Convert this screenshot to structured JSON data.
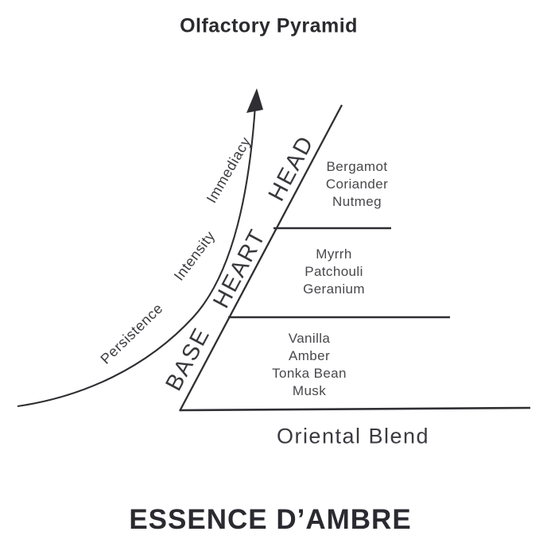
{
  "title": "Olfactory Pyramid",
  "footer_title": "ESSENCE D’AMBRE",
  "blend_caption": "Oriental Blend",
  "axis": {
    "labels": [
      "Persistence",
      "Intensity",
      "Immediacy"
    ]
  },
  "pyramid": {
    "levels": [
      {
        "name": "HEAD",
        "notes": [
          "Bergamot",
          "Coriander",
          "Nutmeg"
        ]
      },
      {
        "name": "HEART",
        "notes": [
          "Myrrh",
          "Patchouli",
          "Geranium"
        ]
      },
      {
        "name": "BASE",
        "notes": [
          "Vanilla",
          "Amber",
          "Tonka Bean",
          "Musk"
        ]
      }
    ]
  },
  "colors": {
    "ink": "#2f2f33",
    "note_ink": "#48484c",
    "background": "#ffffff"
  }
}
